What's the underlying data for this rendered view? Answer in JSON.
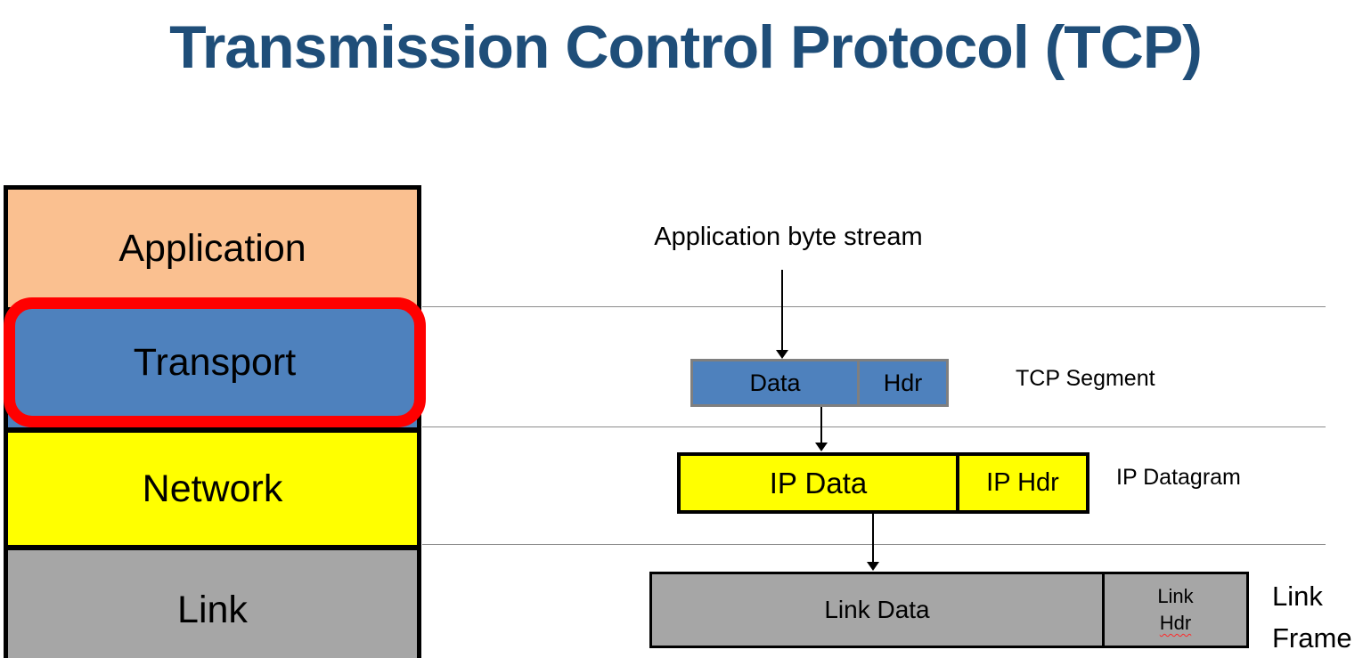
{
  "title": "Transmission Control Protocol (TCP)",
  "stack": {
    "layers": [
      {
        "label": "Application",
        "color": "#FAC090"
      },
      {
        "label": "Transport",
        "color": "#4E81BD",
        "highlighted": true
      },
      {
        "label": "Network",
        "color": "#FFFF00"
      },
      {
        "label": "Link",
        "color": "#A6A6A6"
      }
    ]
  },
  "flow": {
    "source_label": "Application byte stream",
    "tcp_segment": {
      "data_label": "Data",
      "hdr_label": "Hdr",
      "caption": "TCP Segment"
    },
    "ip_datagram": {
      "data_label": "IP Data",
      "hdr_label": "IP Hdr",
      "caption": "IP Datagram"
    },
    "link_frame": {
      "data_label": "Link Data",
      "hdr_label_line1": "Link",
      "hdr_label_line2": "Hdr",
      "caption_line1": "Link",
      "caption_line2": "Frame"
    }
  },
  "colors": {
    "title": "#1F4E79",
    "highlight": "#FF0000",
    "guide_line": "#8C8C8C"
  }
}
